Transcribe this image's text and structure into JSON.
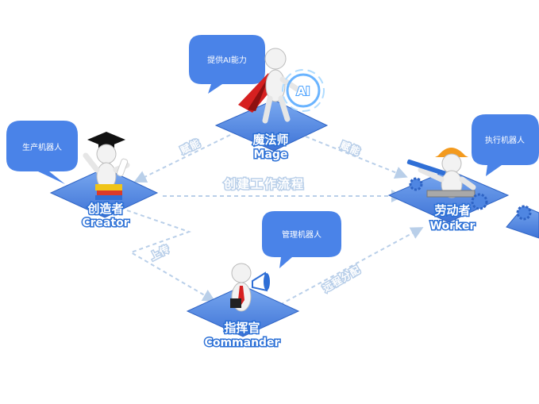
{
  "roles": {
    "mage": {
      "cn": "魔法师",
      "en": "Mage",
      "bubble": "提供AI能力",
      "badge": "AI"
    },
    "creator": {
      "cn": "创造者",
      "en": "Creator",
      "bubble": "生产机器人"
    },
    "worker": {
      "cn": "劳动者",
      "en": "Worker",
      "bubble": "执行机器人"
    },
    "commander": {
      "cn": "指挥官",
      "en": "Commander",
      "bubble": "管理机器人"
    }
  },
  "flows": {
    "creator_to_mage": "赋能",
    "mage_to_worker": "赋能",
    "creator_to_worker": "创建工作流程",
    "creator_to_commander": "上传",
    "commander_to_worker": "远程分配"
  },
  "colors": {
    "platform": "#4f86e2",
    "bubble": "#4a83e8",
    "arrow": "#b9cfe9",
    "label_outline": "#2a6fd6"
  }
}
